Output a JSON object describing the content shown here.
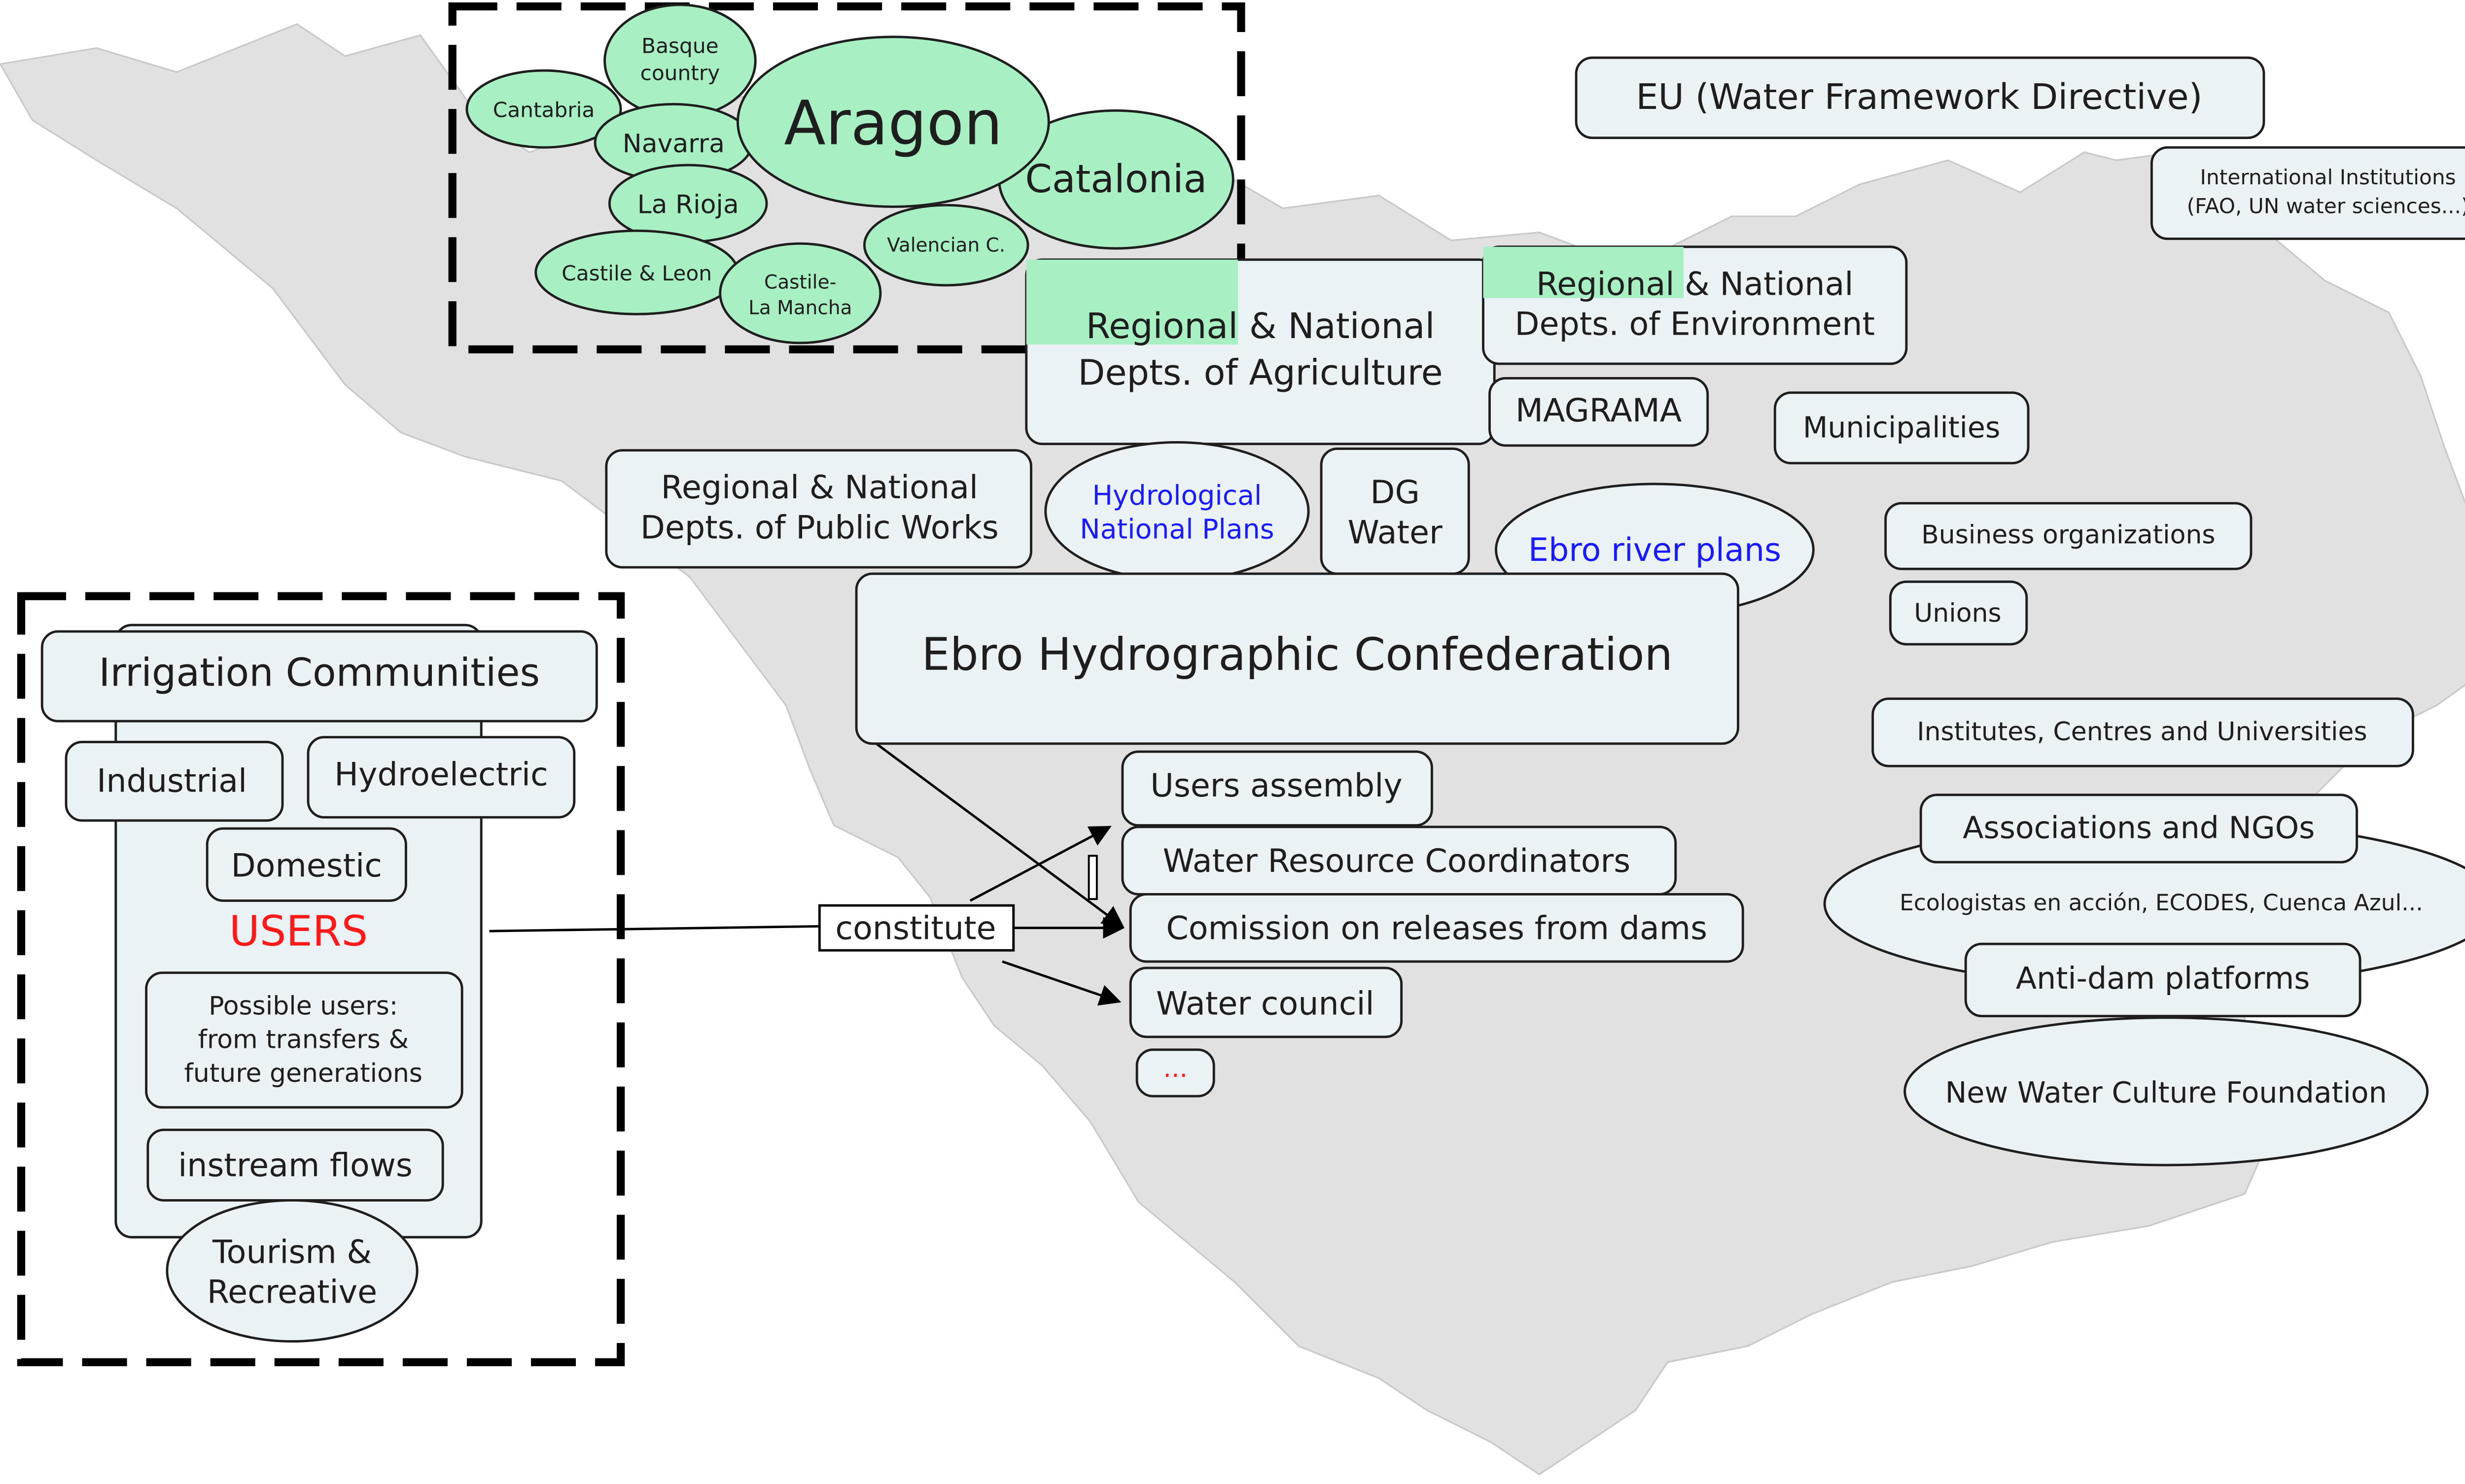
{
  "colors": {
    "map_fill": "#e1e1e1",
    "map_stroke": "#c9c9c9",
    "box_fill": "#eaf2f5",
    "green_fill": "#a8f0c4",
    "text": "#1e1e1e",
    "blue_text": "#1a1aff",
    "red_text": "#ff1a1a"
  },
  "regions": {
    "basque": [
      "Basque",
      "country"
    ],
    "cantabria": "Cantabria",
    "aragon": "Aragon",
    "navarra": "Navarra",
    "catalonia": "Catalonia",
    "la_rioja": "La Rioja",
    "valencian": "Valencian C.",
    "castile_leon": "Castile & Leon",
    "castile_mancha": [
      "Castile-",
      "La Mancha"
    ]
  },
  "institutions": {
    "eu": "EU (Water Framework Directive)",
    "international": [
      "International Institutions",
      "(FAO, UN water sciences...)"
    ],
    "agriculture": [
      "Regional & National",
      "Depts. of Agriculture"
    ],
    "environment": [
      "Regional & National",
      "Depts. of Environment"
    ],
    "magrama": "MAGRAMA",
    "municipalities": "Municipalities",
    "public_works": [
      "Regional & National",
      "Depts. of Public Works"
    ],
    "hydrological_plans": [
      "Hydrological",
      "National Plans"
    ],
    "dg_water": [
      "DG",
      "Water"
    ],
    "ebro_plans": "Ebro river plans",
    "confederation": "Ebro Hydrographic Confederation",
    "business": "Business organizations",
    "unions": "Unions",
    "institutes": "Institutes, Centres and Universities",
    "associations": "Associations and NGOs",
    "ecologistas": "Ecologistas en acción, ECODES, Cuenca Azul...",
    "anti_dam": "Anti-dam platforms",
    "new_water": "New Water Culture Foundation"
  },
  "users": {
    "irrigation": "Irrigation Communities",
    "industrial": "Industrial",
    "hydroelectric": "Hydroelectric",
    "domestic": "Domestic",
    "users_label": "USERS",
    "possible": [
      "Possible users:",
      "from transfers &",
      "future generations"
    ],
    "instream": "instream flows",
    "tourism": [
      "Tourism &",
      "Recreative"
    ]
  },
  "bodies": {
    "constitute": "constitute",
    "assembly": "Users assembly",
    "coordinators": "Water Resource Coordinators",
    "comission": "Comission on releases from dams",
    "council": "Water council",
    "ellipsis": "..."
  }
}
